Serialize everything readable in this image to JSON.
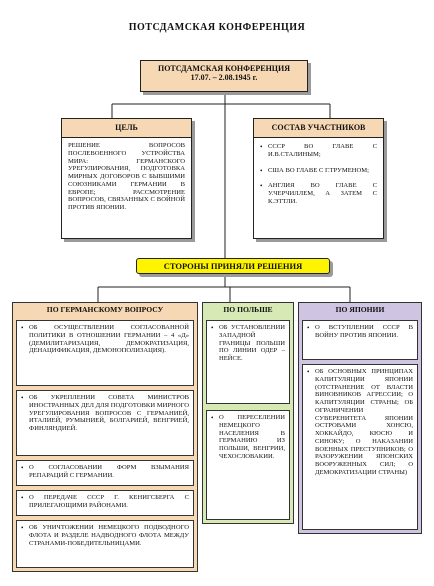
{
  "title": "ПОТСДАМСКАЯ КОНФЕРЕНЦИЯ",
  "conference": {
    "name": "ПОТСДАМСКАЯ КОНФЕРЕНЦИЯ",
    "dates": "17.07. – 2.08.1945 г."
  },
  "goal": {
    "header": "ЦЕЛЬ",
    "text": "РЕШЕНИЕ ВОПРОСОВ ПОСЛЕВОЕННОГО УСТРОЙСТВА МИРА: ГЕРМАНСКОГО УРЕГУЛИРОВАНИЯ, ПОДГОТОВКА МИРНЫХ ДОГОВОРОВ С БЫВШИМИ СОЮЗНИКАМИ ГЕРМАНИИ В ЕВРОПЕ; РАССМОТРЕНИЕ ВОПРОСОВ, СВЯЗАННЫХ С ВОЙНОЙ ПРОТИВ ЯПОНИИ."
  },
  "participants": {
    "header": "СОСТАВ УЧАСТНИКОВ",
    "items": [
      "СССР ВО ГЛАВЕ С И.В.СТАЛИНЫМ;",
      "США ВО ГЛАВЕ С Г.ТРУМЕНОМ;",
      "АНГЛИЯ ВО ГЛАВЕ С У.ЧЕРЧИЛЛЕМ, А ЗАТЕМ С К.ЭТТЛИ."
    ]
  },
  "decisions": {
    "label": "СТОРОНЫ ПРИНЯЛИ РЕШЕНИЯ"
  },
  "columns": {
    "germany": {
      "header": "ПО ГЕРМАНСКОМУ ВОПРОСУ",
      "items": [
        "ОБ ОСУЩЕСТВЛЕНИИ СОГЛАСОВАННОЙ ПОЛИТИКИ В ОТНОШЕНИИ ГЕРМАНИИ – 4 «Д» (ДЕМИЛИТАРИЗАЦИЯ, ДЕМОКРАТИЗАЦИЯ, ДЕНАЦИФИКАЦИЯ, ДЕМОНОПОЛИЗАЦИЯ).",
        "ОБ УКРЕПЛЕНИИ СОВЕТА МИНИСТРОВ ИНОСТРАННЫХ ДЕЛ ДЛЯ ПОДГОТОВКИ МИРНОГО УРЕГУЛИРОВАНИЯ ВОПРОСОВ С ГЕРМАНИЕЙ, ИТАЛИЕЙ, РУМЫНИЕЙ, БОЛГАРИЕЙ, ВЕНГРИЕЙ, ФИНЛЯНДИЕЙ.",
        "О СОГЛАСОВАНИИ ФОРМ ВЗЫМАНИЯ РЕПАРАЦИЙ С ГЕРМАНИИ.",
        "О ПЕРЕДАЧЕ СССР г. КЕНИГСБЕРГА С ПРИЛЕГАЮЩИМИ РАЙОНАМИ.",
        "ОБ УНИЧТОЖЕНИИ НЕМЕЦКОГО ПОДВОДНОГО ФЛОТА И РАЗДЕЛЕ НАДВОДНОГО ФЛОТА МЕЖДУ СТРАНАМИ-ПОБЕДИТЕЛЬНИЦАМИ."
      ]
    },
    "poland": {
      "header": "ПО ПОЛЬШЕ",
      "items": [
        "ОБ УСТАНОВЛЕНИИ ЗАПАДНОЙ ГРАНИЦЫ ПОЛЬШИ ПО ЛИНИИ ОДЕР – НЕЙСЕ.",
        "О ПЕРЕСЕЛЕНИИ НЕМЕЦКОГО НАСЕЛЕНИЯ В ГЕРМАНИЮ ИЗ ПОЛЬШИ, ВЕНГРИИ, ЧЕХОСЛОВАКИИ."
      ]
    },
    "japan": {
      "header": "ПО ЯПОНИИ",
      "items": [
        "О ВСТУПЛЕНИИ СССР В ВОЙНУ ПРОТИВ ЯПОНИИ.",
        "ОБ ОСНОВНЫХ ПРИНЦИПАХ КАПИТУЛЯЦИИ ЯПОНИИ (ОТСТРАНЕНИЕ ОТ ВЛАСТИ ВИНОВНИКОВ АГРЕССИИ; О КАПИТУЛЯЦИИ СТРАНЫ; ОБ ОГРАНИЧЕНИИ СУВЕРЕНИТЕТА ЯПОНИИ ОСТРОВАМИ ХОНСЮ, ХОККАЙДО, КЮСЮ И СИНОКУ; О НАКАЗАНИИ ВОЕННЫХ ПРЕСТУПНИКОВ; О РАЗОРУЖЕНИИ ЯПОНСКИХ ВООРУЖЕННЫХ СИЛ; О ДЕМОКРАТИЗАЦИИ СТРАНЫ)"
      ]
    }
  },
  "bullet": "•",
  "colors": {
    "peach": "#f7d8b4",
    "yellow": "#fff400",
    "green": "#d7e9b5",
    "purple": "#cfc4e2"
  }
}
